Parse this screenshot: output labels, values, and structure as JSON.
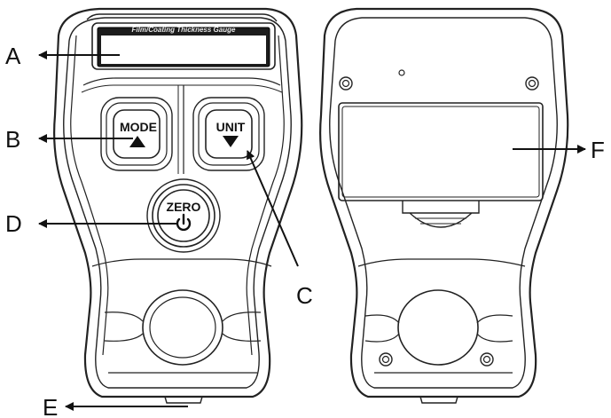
{
  "screen_title": "Film/Coating Thickness Gauge",
  "buttons": {
    "mode": "MODE",
    "unit": "UNIT",
    "zero": "ZERO"
  },
  "callouts": {
    "a": "A",
    "b": "B",
    "c": "C",
    "d": "D",
    "e": "E",
    "f": "F"
  }
}
